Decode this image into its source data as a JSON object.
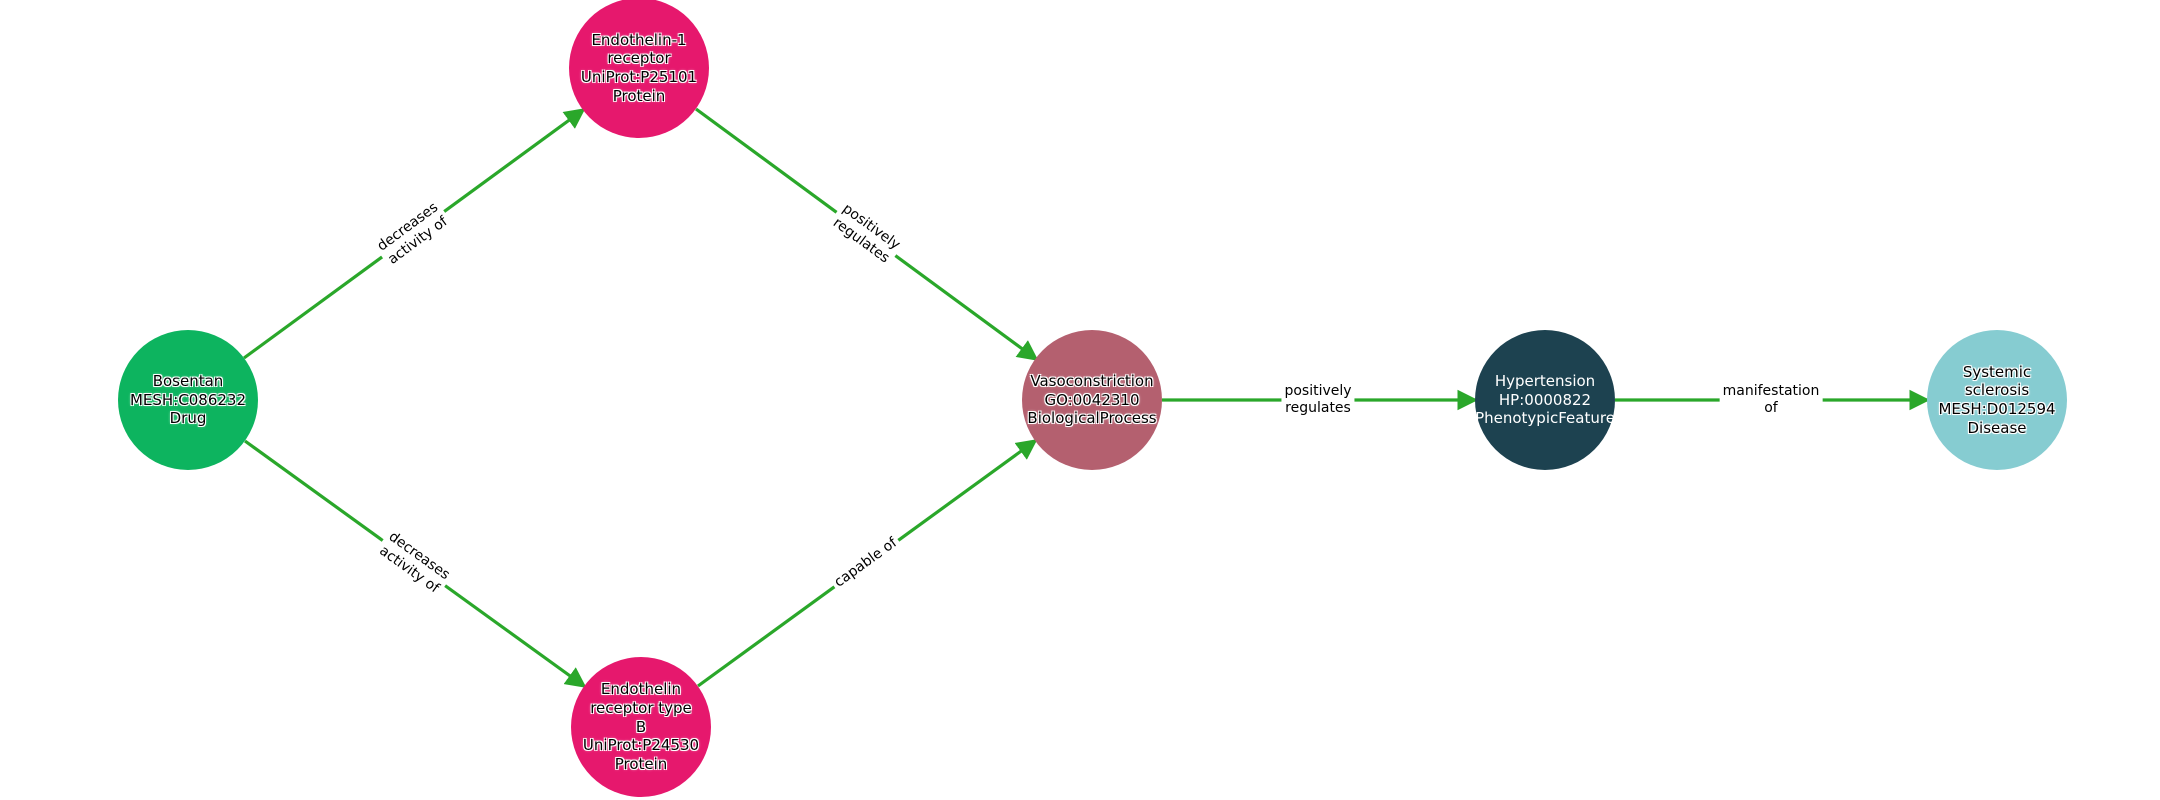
{
  "diagram": {
    "background_color": "#ffffff",
    "edge_color": "#2aa72a",
    "nodes": [
      {
        "id": "bosentan",
        "label": "Bosentan\nMESH:C086232\nDrug",
        "category": "Drug",
        "color": "#0db45f",
        "text_color": "#000000"
      },
      {
        "id": "endothelin-1-receptor",
        "label": "Endothelin-1\nreceptor\nUniProt:P25101\nProtein",
        "category": "Protein",
        "color": "#e6186d",
        "text_color": "#000000"
      },
      {
        "id": "endothelin-receptor-type-b",
        "label": "Endothelin\nreceptor type\nB\nUniProt:P24530\nProtein",
        "category": "Protein",
        "color": "#e6186d",
        "text_color": "#000000"
      },
      {
        "id": "vasoconstriction",
        "label": "Vasoconstriction\nGO:0042310\nBiologicalProcess",
        "category": "BiologicalProcess",
        "color": "#b4606f",
        "text_color": "#000000"
      },
      {
        "id": "hypertension",
        "label": "Hypertension\nHP:0000822\nPhenotypicFeature",
        "category": "PhenotypicFeature",
        "color": "#1d4250",
        "text_color": "#ffffff"
      },
      {
        "id": "systemic-sclerosis",
        "label": "Systemic\nsclerosis\nMESH:D012594\nDisease",
        "category": "Disease",
        "color": "#86ccd1",
        "text_color": "#000000"
      }
    ],
    "edges": [
      {
        "from": "bosentan",
        "to": "endothelin-1-receptor",
        "label": "decreases\nactivity of"
      },
      {
        "from": "bosentan",
        "to": "endothelin-receptor-type-b",
        "label": "decreases\nactivity of"
      },
      {
        "from": "endothelin-1-receptor",
        "to": "vasoconstriction",
        "label": "positively\nregulates"
      },
      {
        "from": "endothelin-receptor-type-b",
        "to": "vasoconstriction",
        "label": "capable of"
      },
      {
        "from": "vasoconstriction",
        "to": "hypertension",
        "label": "positively\nregulates"
      },
      {
        "from": "hypertension",
        "to": "systemic-sclerosis",
        "label": "manifestation\nof"
      }
    ]
  }
}
